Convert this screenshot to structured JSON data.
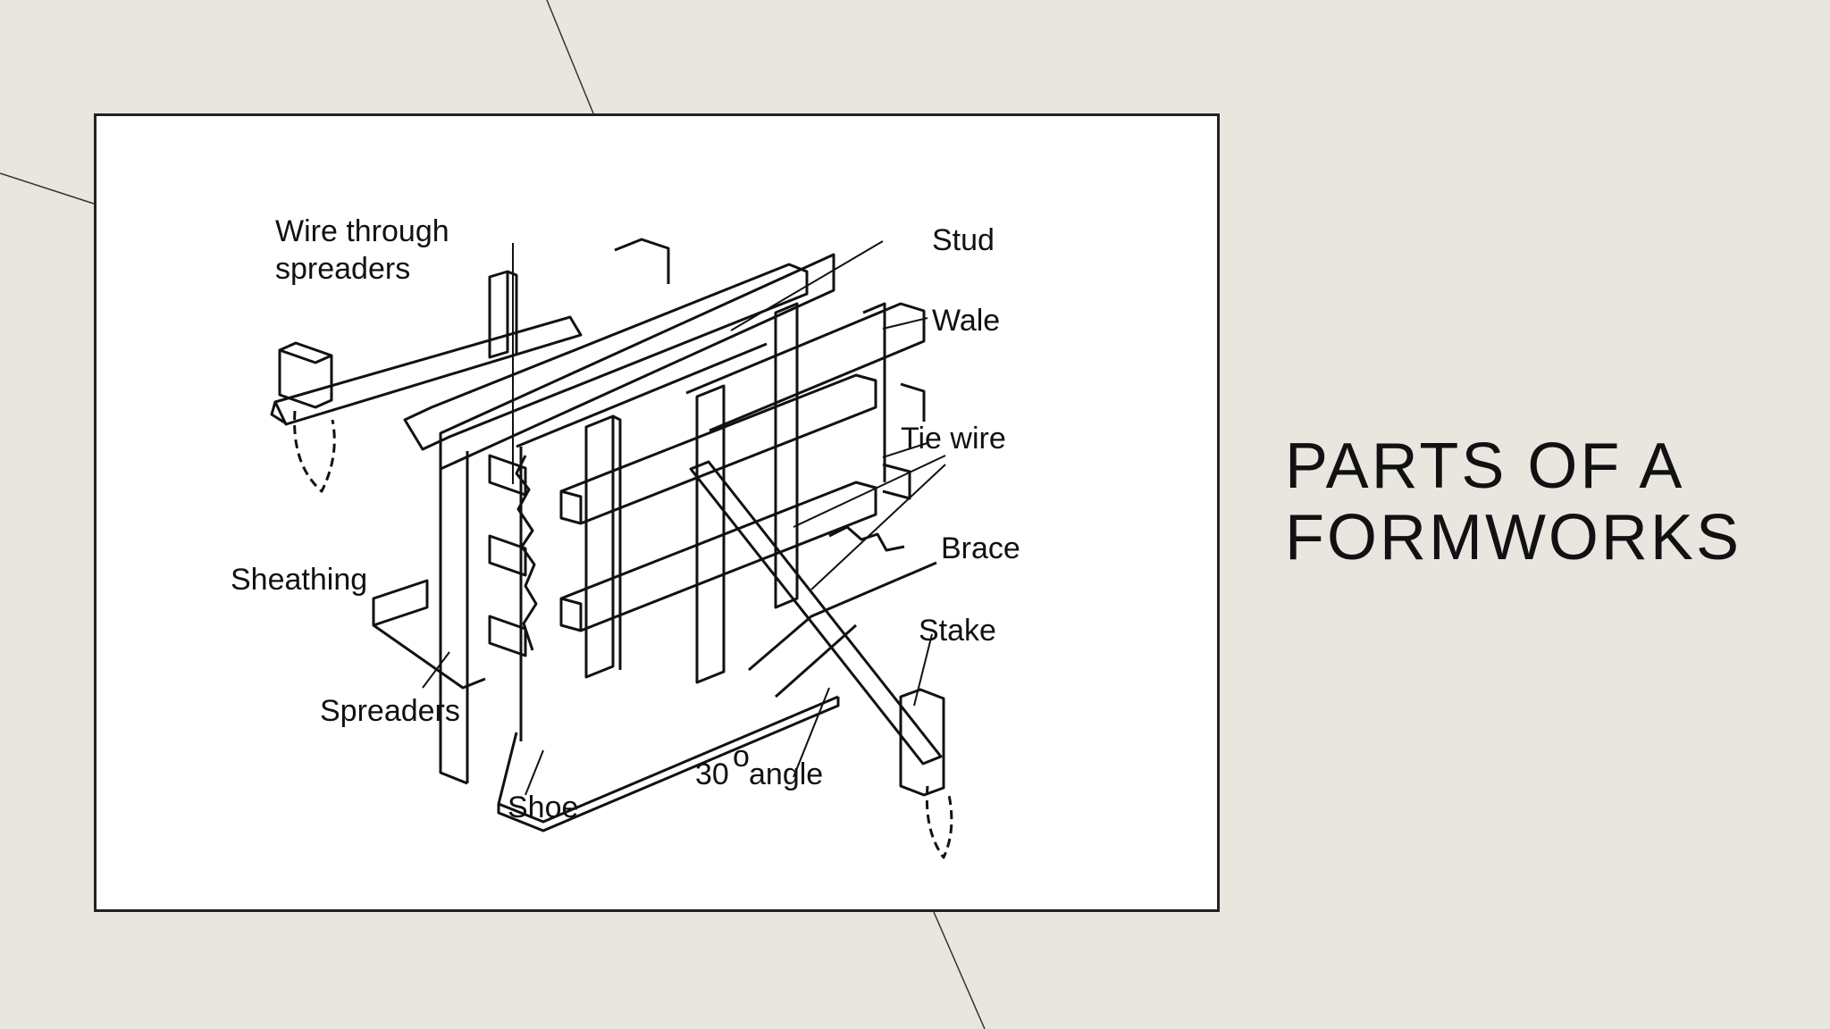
{
  "slide": {
    "title_line1": "PARTS OF A",
    "title_line2": "FORMWORKS"
  },
  "diagram": {
    "labels": {
      "wire_through_1": "Wire through",
      "wire_through_2": "spreaders",
      "stud": "Stud",
      "wale": "Wale",
      "tie_wire": "Tie wire",
      "brace": "Brace",
      "sheathing": "Sheathing",
      "stake": "Stake",
      "spreaders": "Spreaders",
      "angle_num": "30",
      "angle_deg": "o",
      "angle_word": "angle",
      "shoe": "Shoe"
    }
  },
  "colors": {
    "background": "#e9e6e0",
    "figure_bg": "#ffffff",
    "ink": "#111111"
  }
}
